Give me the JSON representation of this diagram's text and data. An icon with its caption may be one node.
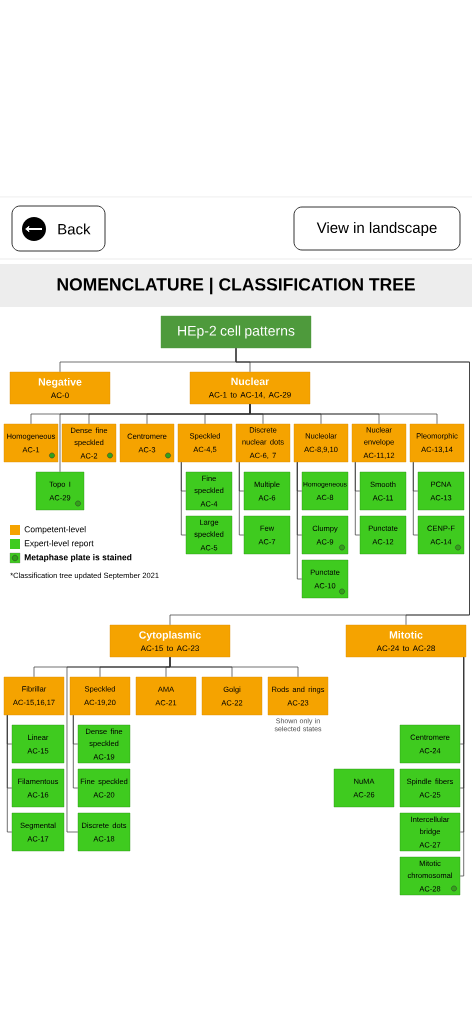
{
  "diagram": {
    "title": "NOMENCLATURE | CLASSIFICATION TREE",
    "nodes": [
      {
        "text": [
          "HEp-2 cell patterns"
        ]
      },
      {
        "text": [
          "Negative",
          "AC-0"
        ]
      },
      {
        "text": [
          "Nuclear",
          "AC-1 to AC-14, AC-29"
        ]
      },
      {
        "text": [
          "Cytoplasmic",
          "AC-15 to AC-23"
        ]
      },
      {
        "text": [
          "Mitotic",
          "AC-24 to AC-28"
        ]
      },
      {
        "text": [
          "Homogeneous",
          "AC-1"
        ]
      },
      {
        "text": [
          "Dense fine speckled",
          "AC-2"
        ]
      },
      {
        "text": [
          "Centromere",
          "AC-3"
        ]
      },
      {
        "text": [
          "Speckled",
          "AC-4,5"
        ]
      },
      {
        "text": [
          "Discrete nuclear dots",
          "AC-6, 7"
        ]
      },
      {
        "text": [
          "Nucleolar",
          "AC-8,9,10"
        ]
      },
      {
        "text": [
          "Nuclear envelope",
          "AC-11,12"
        ]
      },
      {
        "text": [
          "Pleomorphic",
          "AC-13,14"
        ]
      },
      {
        "text": [
          "Fibrillar",
          "AC-15,16,17"
        ]
      },
      {
        "text": [
          "Speckled",
          "AC-19,20"
        ]
      },
      {
        "text": [
          "AMA",
          "AC-21"
        ]
      },
      {
        "text": [
          "Golgi",
          "AC-22"
        ]
      },
      {
        "text": [
          "Rods and rings",
          "AC-23"
        ],
        "beside": [
          "Shown only in selected states"
        ]
      },
      {
        "text": [
          "Topo I",
          "AC-29"
        ]
      },
      {
        "text": [
          "Fine speckled",
          "AC-4"
        ]
      },
      {
        "text": [
          "Large speckled",
          "AC-5"
        ]
      },
      {
        "text": [
          "Multiple",
          "AC-6"
        ]
      },
      {
        "text": [
          "Few",
          "AC-7"
        ]
      },
      {
        "text": [
          "Homogeneous",
          "AC-8"
        ]
      },
      {
        "text": [
          "Clumpy",
          "AC-9"
        ]
      },
      {
        "text": [
          "Punctate",
          "AC-10"
        ]
      },
      {
        "text": [
          "Smooth",
          "AC-11"
        ]
      },
      {
        "text": [
          "Punctate",
          "AC-12"
        ]
      },
      {
        "text": [
          "PCNA",
          "AC-13"
        ]
      },
      {
        "text": [
          "CENP-F",
          "AC-14"
        ]
      },
      {
        "text": [
          "Linear",
          "AC-15"
        ]
      },
      {
        "text": [
          "Filamentous",
          "AC-16"
        ]
      },
      {
        "text": [
          "Segmental",
          "AC-17"
        ]
      },
      {
        "text": [
          "Dense fine speckled",
          "AC-19"
        ]
      },
      {
        "text": [
          "Fine speckled",
          "AC-20"
        ]
      },
      {
        "text": [
          "Discrete dots",
          "AC-18"
        ]
      },
      {
        "text": [
          "Centromere",
          "AC-24"
        ]
      },
      {
        "text": [
          "NuMA",
          "AC-26"
        ]
      },
      {
        "text": [
          "Spindle fibers",
          "AC-25"
        ]
      },
      {
        "text": [
          "Intercellular bridge",
          "AC-27"
        ]
      },
      {
        "text": [
          "Mitotic chromosomal",
          "AC-28"
        ]
      }
    ],
    "edges": [
      {
        "from": 0,
        "to": 1,
        "arrow": "none"
      },
      {
        "from": 0,
        "to": 2,
        "arrow": "none"
      },
      {
        "from": 0,
        "to": 3,
        "arrow": "none"
      },
      {
        "from": 0,
        "to": 4,
        "arrow": "none"
      },
      {
        "from": 2,
        "to": 5,
        "arrow": "none"
      },
      {
        "from": 2,
        "to": 6,
        "arrow": "none"
      },
      {
        "from": 2,
        "to": 7,
        "arrow": "none"
      },
      {
        "from": 2,
        "to": 8,
        "arrow": "none"
      },
      {
        "from": 2,
        "to": 9,
        "arrow": "none"
      },
      {
        "from": 2,
        "to": 10,
        "arrow": "none"
      },
      {
        "from": 2,
        "to": 11,
        "arrow": "none"
      },
      {
        "from": 2,
        "to": 12,
        "arrow": "none"
      },
      {
        "from": 2,
        "to": 18,
        "arrow": "none"
      },
      {
        "from": 3,
        "to": 13,
        "arrow": "none"
      },
      {
        "from": 3,
        "to": 14,
        "arrow": "none"
      },
      {
        "from": 3,
        "to": 15,
        "arrow": "none"
      },
      {
        "from": 3,
        "to": 16,
        "arrow": "none"
      },
      {
        "from": 3,
        "to": 17,
        "arrow": "none"
      },
      {
        "from": 3,
        "to": 35,
        "arrow": "none"
      },
      {
        "from": 4,
        "to": 36,
        "arrow": "none"
      },
      {
        "from": 4,
        "to": 38,
        "arrow": "none"
      },
      {
        "from": 4,
        "to": 39,
        "arrow": "none"
      },
      {
        "from": 4,
        "to": 40,
        "arrow": "none"
      },
      {
        "from": 8,
        "to": 19,
        "arrow": "none"
      },
      {
        "from": 8,
        "to": 20,
        "arrow": "none"
      },
      {
        "from": 9,
        "to": 21,
        "arrow": "none"
      },
      {
        "from": 9,
        "to": 22,
        "arrow": "none"
      },
      {
        "from": 10,
        "to": 23,
        "arrow": "none"
      },
      {
        "from": 10,
        "to": 24,
        "arrow": "none"
      },
      {
        "from": 10,
        "to": 25,
        "arrow": "none"
      },
      {
        "from": 11,
        "to": 26,
        "arrow": "none"
      },
      {
        "from": 11,
        "to": 27,
        "arrow": "none"
      },
      {
        "from": 12,
        "to": 28,
        "arrow": "none"
      },
      {
        "from": 12,
        "to": 29,
        "arrow": "none"
      },
      {
        "from": 13,
        "to": 30,
        "arrow": "none"
      },
      {
        "from": 13,
        "to": 31,
        "arrow": "none"
      },
      {
        "from": 13,
        "to": 32,
        "arrow": "none"
      },
      {
        "from": 14,
        "to": 33,
        "arrow": "none"
      },
      {
        "from": 14,
        "to": 34,
        "arrow": "none"
      }
    ],
    "labels": [
      "Back",
      "View in landscape",
      "*Classification tree updated September 2021"
    ],
    "legend": [
      {
        "text": "Competent-level",
        "color": "#f5a300"
      },
      {
        "text": "Expert-level report",
        "color": "#3fcb1f"
      },
      {
        "text": "Metaphase plate is stained"
      }
    ]
  }
}
